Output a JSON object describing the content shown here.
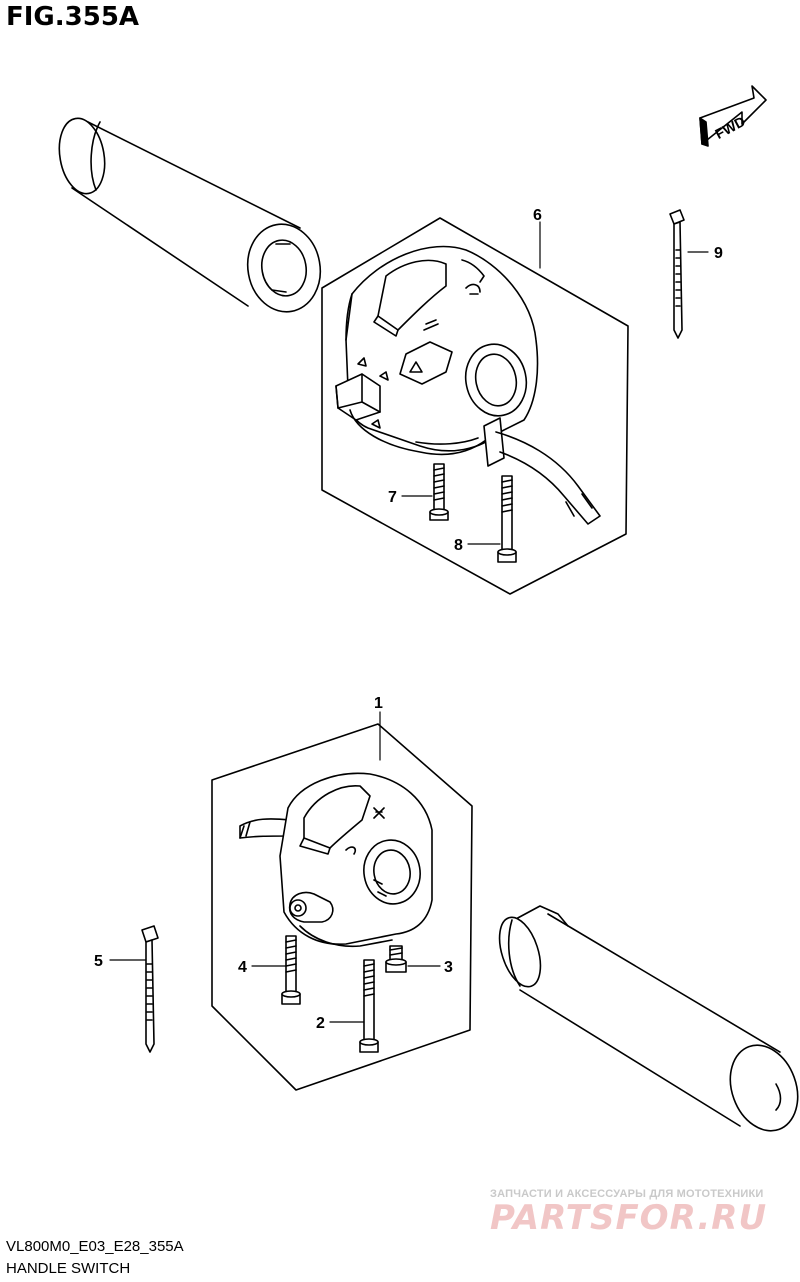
{
  "figure": {
    "title": "FIG.355A",
    "model_code": "VL800M0_E03_E28_355A",
    "name": "HANDLE SWITCH"
  },
  "direction_marker": "FWD",
  "callouts": [
    "1",
    "2",
    "3",
    "4",
    "5",
    "6",
    "7",
    "8",
    "9"
  ],
  "watermark": {
    "tagline": "ЗАПЧАСТИ И АКСЕССУАРЫ ДЛЯ МОТОТЕХНИКИ",
    "logo": "PARTSFOR.RU"
  },
  "colors": {
    "line": "#000000",
    "watermark_text": "#c9c9c9",
    "watermark_logo": "#f1c6c6"
  }
}
